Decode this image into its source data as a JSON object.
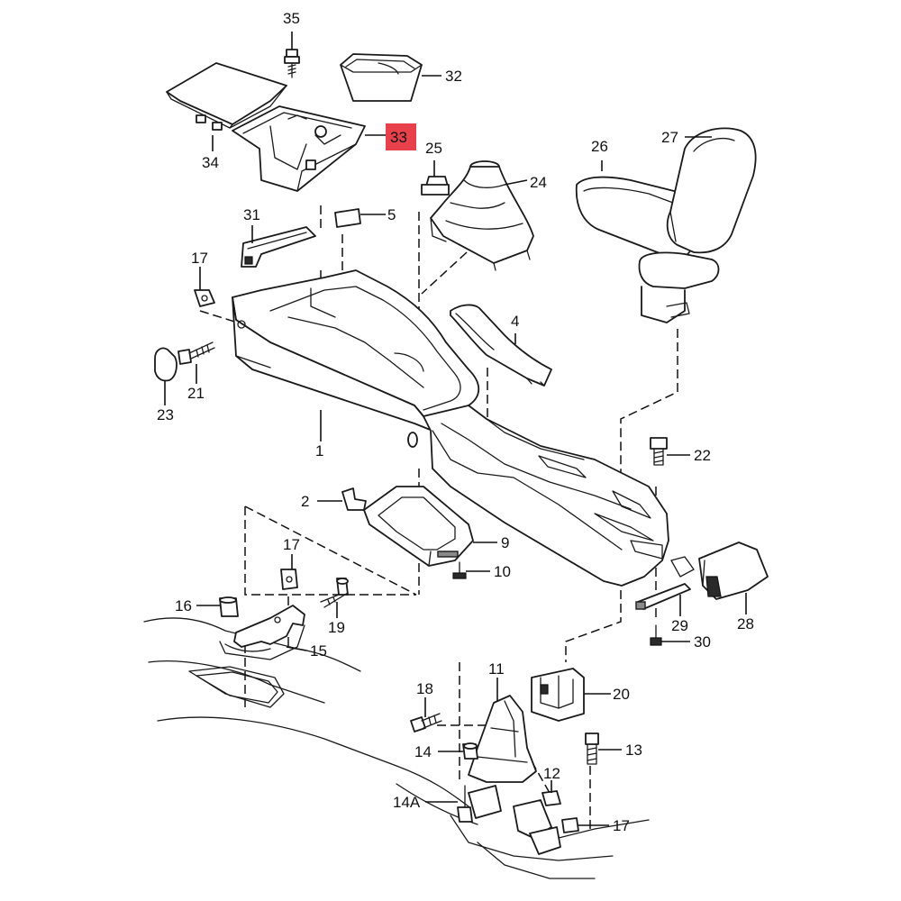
{
  "diagram": {
    "highlight": {
      "label": "33",
      "color": "#e8414c"
    },
    "labels": {
      "l35": "35",
      "l32": "32",
      "l33": "33",
      "l34": "34",
      "l25": "25",
      "l24": "24",
      "l26": "26",
      "l27": "27",
      "l5": "5",
      "l31": "31",
      "l17a": "17",
      "l23": "23",
      "l21": "21",
      "l4": "4",
      "l1": "1",
      "l22": "22",
      "l2": "2",
      "l9": "9",
      "l10": "10",
      "l17b": "17",
      "l16": "16",
      "l19": "19",
      "l15": "15",
      "l28": "28",
      "l29": "29",
      "l30": "30",
      "l20": "20",
      "l11": "11",
      "l18": "18",
      "l14": "14",
      "l13": "13",
      "l12": "12",
      "l14A": "14A",
      "l17c": "17"
    }
  }
}
